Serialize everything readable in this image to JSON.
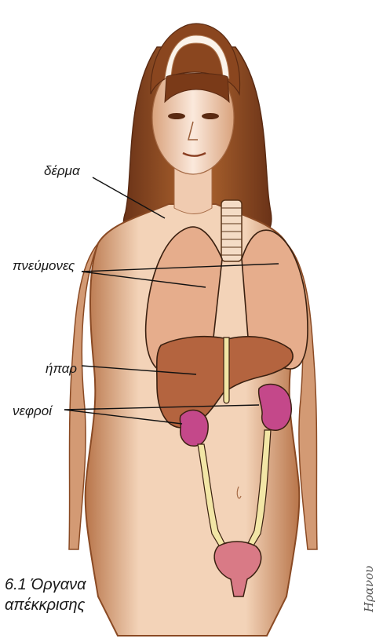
{
  "labels": {
    "skin": "δέρμα",
    "lungs": "πνεύμονες",
    "liver": "ήπαρ",
    "kidneys": "νεφροί"
  },
  "caption": {
    "line1": "6.1 Όργανα",
    "line2": "απέκκρισης"
  },
  "illustration": {
    "skin_color": "#c98a5a",
    "hair_color": "#7a3f1e",
    "lung_color": "#e6ad8c",
    "liver_color": "#b4643f",
    "kidney_color": "#c4488a",
    "ureter_color": "#f2e6a6",
    "bladder_color": "#d97a86"
  },
  "signature_text": "Ηρανου"
}
